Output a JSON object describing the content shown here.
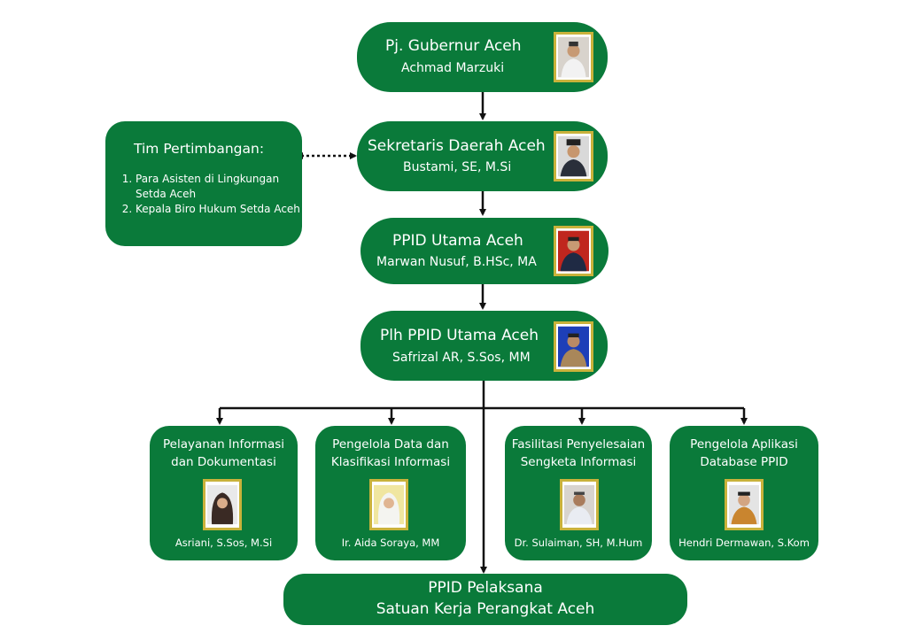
{
  "nodes": {
    "gubernur": {
      "title": "Pj. Gubernur Aceh",
      "name": "Achmad Marzuki",
      "photo_icon": "portrait-icon",
      "photo_bg": "#d8d3cc"
    },
    "sekda": {
      "title": "Sekretaris Daerah Aceh",
      "name": "Bustami, SE, M.Si",
      "photo_icon": "portrait-icon",
      "photo_bg": "#d9d9d9"
    },
    "ppid_utama": {
      "title": "PPID Utama Aceh",
      "name": "Marwan Nusuf, B.HSc, MA",
      "photo_icon": "portrait-icon",
      "photo_bg": "#c0261e"
    },
    "plh_ppid": {
      "title": "Plh PPID Utama Aceh",
      "name": "Safrizal AR, S.Sos, MM",
      "photo_icon": "portrait-icon",
      "photo_bg": "#1d3fb8"
    }
  },
  "tim": {
    "title": "Tim Pertimbangan:",
    "items": [
      "Para Asisten di Lingkungan Setda Aceh",
      "Kepala Biro Hukum Setda Aceh"
    ]
  },
  "subunits": [
    {
      "title_line1": "Pelayanan Informasi",
      "title_line2": "dan Dokumentasi",
      "name": "Asriani, S.Sos, M.Si"
    },
    {
      "title_line1": "Pengelola Data dan",
      "title_line2": "Klasifikasi Informasi",
      "name": "Ir. Aida Soraya, MM"
    },
    {
      "title_line1": "Fasilitasi Penyelesaian",
      "title_line2": "Sengketa Informasi",
      "name": "Dr. Sulaiman, SH, M.Hum"
    },
    {
      "title_line1": "Pengelola Aplikasi",
      "title_line2": "Database PPID",
      "name": "Hendri Dermawan, S.Kom"
    }
  ],
  "pelaksana": {
    "line1": "PPID Pelaksana",
    "line2": "Satuan Kerja Perangkat Aceh"
  },
  "colors": {
    "box_green": "#0a7a3a",
    "photo_frame": "#c9b23b",
    "connector": "#111111"
  }
}
